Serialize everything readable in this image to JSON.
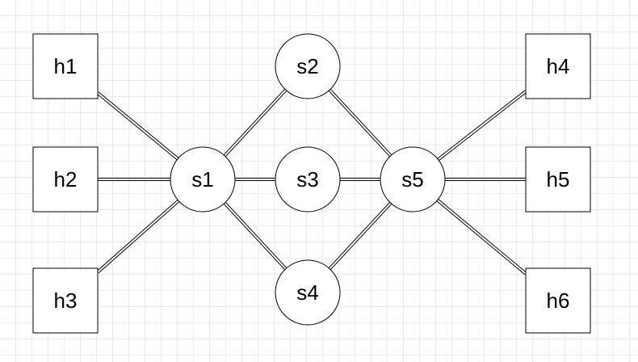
{
  "diagram": {
    "nodes": [
      {
        "id": "h1",
        "label": "h1",
        "shape": "rect"
      },
      {
        "id": "h2",
        "label": "h2",
        "shape": "rect"
      },
      {
        "id": "h3",
        "label": "h3",
        "shape": "rect"
      },
      {
        "id": "s1",
        "label": "s1",
        "shape": "circle"
      },
      {
        "id": "s2",
        "label": "s2",
        "shape": "circle"
      },
      {
        "id": "s3",
        "label": "s3",
        "shape": "circle"
      },
      {
        "id": "s4",
        "label": "s4",
        "shape": "circle"
      },
      {
        "id": "s5",
        "label": "s5",
        "shape": "circle"
      },
      {
        "id": "h4",
        "label": "h4",
        "shape": "rect"
      },
      {
        "id": "h5",
        "label": "h5",
        "shape": "rect"
      },
      {
        "id": "h6",
        "label": "h6",
        "shape": "rect"
      }
    ],
    "edges": [
      {
        "from": "h1",
        "to": "s1"
      },
      {
        "from": "h2",
        "to": "s1"
      },
      {
        "from": "h3",
        "to": "s1"
      },
      {
        "from": "s1",
        "to": "s2"
      },
      {
        "from": "s1",
        "to": "s3"
      },
      {
        "from": "s1",
        "to": "s4"
      },
      {
        "from": "s2",
        "to": "s5"
      },
      {
        "from": "s3",
        "to": "s5"
      },
      {
        "from": "s4",
        "to": "s5"
      },
      {
        "from": "s5",
        "to": "h4"
      },
      {
        "from": "s5",
        "to": "h5"
      },
      {
        "from": "s5",
        "to": "h6"
      }
    ]
  },
  "colors": {
    "background": "#ffffff",
    "grid": "#ebebeb",
    "stroke": "#000000"
  }
}
